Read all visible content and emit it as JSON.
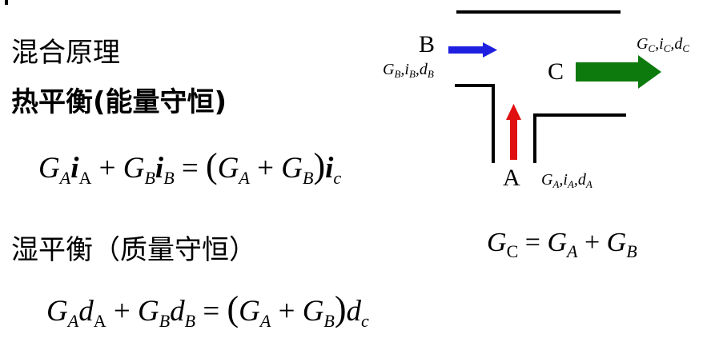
{
  "headings": {
    "mixing_principle": "混合原理",
    "heat_balance": "热平衡(能量守恒)",
    "moisture_balance": "湿平衡（质量守恒）"
  },
  "equations": {
    "heat": "G_A i_A + G_B i_B = (G_A + G_B) i_c",
    "moisture": "G_A d_A + G_B d_B = (G_A + G_B) d_c",
    "flow": "G_C = G_A + G_B"
  },
  "diagram": {
    "stream_b": {
      "label": "B",
      "params": "G_B,i_B,d_B",
      "arrow_color": "#1f1fe0"
    },
    "stream_a": {
      "label": "A",
      "params": "G_A,i_A,d_A",
      "arrow_color": "#e01010"
    },
    "stream_c": {
      "label": "C",
      "params": "G_C,i_C,d_C",
      "arrow_color": "#0d7a0d"
    }
  }
}
